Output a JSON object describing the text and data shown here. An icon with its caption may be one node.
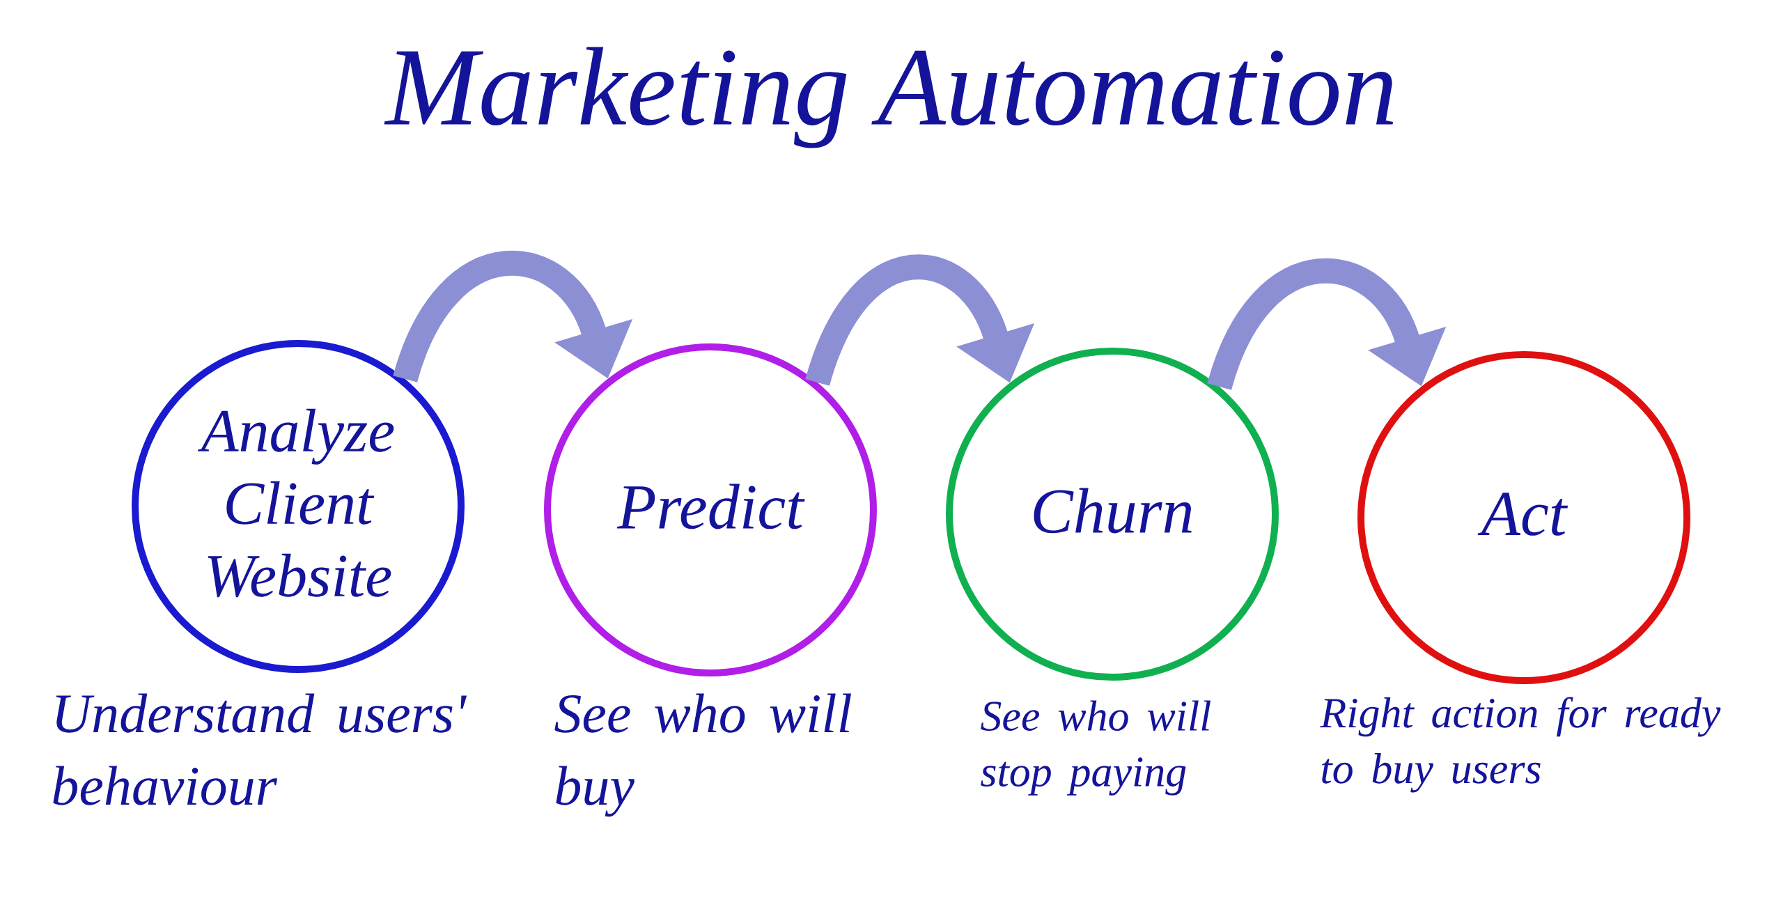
{
  "diagram": {
    "title": "Marketing Automation",
    "nodes": [
      {
        "text": [
          "Analyze Client Website"
        ],
        "beside": [
          "Understand users' behaviour"
        ]
      },
      {
        "text": [
          "Predict"
        ],
        "beside": [
          "See who will buy"
        ]
      },
      {
        "text": [
          "Churn"
        ],
        "beside": [
          "See who will stop paying"
        ]
      },
      {
        "text": [
          "Act"
        ],
        "beside": [
          "Right action for ready to buy users"
        ]
      }
    ],
    "edges": [
      {
        "from": 0,
        "to": 1,
        "arrow": "to"
      },
      {
        "from": 1,
        "to": 2,
        "arrow": "to"
      },
      {
        "from": 2,
        "to": 3,
        "arrow": "to"
      }
    ]
  }
}
